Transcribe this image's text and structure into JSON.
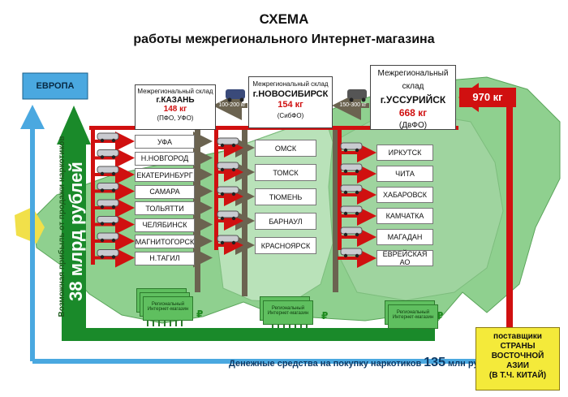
{
  "title": "СХЕМА",
  "subtitle": "работы межрегионального Интернет-магазина",
  "europe_label": "ЕВРОПА",
  "profit_label": "Возможная прибыль от продажи наркотиков",
  "profit_value": "38 млрд рублей",
  "money_label": "Денежные средства на покупку наркотиков",
  "money_value": "135",
  "money_unit": "млн рублей",
  "import_total": "970 кг",
  "supplier": {
    "line1": "поставщики",
    "line2": "СТРАНЫ",
    "line3": "ВОСТОЧНОЙ",
    "line4": "АЗИИ",
    "line5": "(В Т.Ч. КИТАЙ)"
  },
  "warehouses": [
    {
      "label": "Межрегиональный склад",
      "city": "г.КАЗАНЬ",
      "weight": "148 кг",
      "district": "(ПФО, УФО)"
    },
    {
      "label": "Межрегиональный склад",
      "city": "г.НОВОСИБИРСК",
      "weight": "154 кг",
      "district": "(СибФО)"
    },
    {
      "label": "Межрегиональный склад",
      "city": "г.УССУРИЙСК",
      "weight": "668 кг",
      "district": "(ДвФО)"
    }
  ],
  "transfers": [
    "100-200 кг",
    "150-300 кг"
  ],
  "cities_west": [
    "УФА",
    "Н.НОВГОРОД",
    "ЕКАТЕРИНБУРГ",
    "САМАРА",
    "ТОЛЬЯТТИ",
    "ЧЕЛЯБИНСК",
    "МАГНИТОГОРСК",
    "Н.ТАГИЛ"
  ],
  "cities_center": [
    "ОМСК",
    "ТОМСК",
    "ТЮМЕНЬ",
    "БАРНАУЛ",
    "КРАСНОЯРСК"
  ],
  "cities_east": [
    "ИРКУТСК",
    "ЧИТА",
    "ХАБАРОВСК",
    "КАМЧАТКА",
    "МАГАДАН",
    "ЕВРЕЙСКАЯ АО"
  ],
  "shop_label": "Региональный Интернет-магазин",
  "currency": "₽",
  "colors": {
    "profit": "#1a8a2a",
    "money": "#4aa8e0",
    "import": "#d01010",
    "map": "#7bc47b"
  }
}
